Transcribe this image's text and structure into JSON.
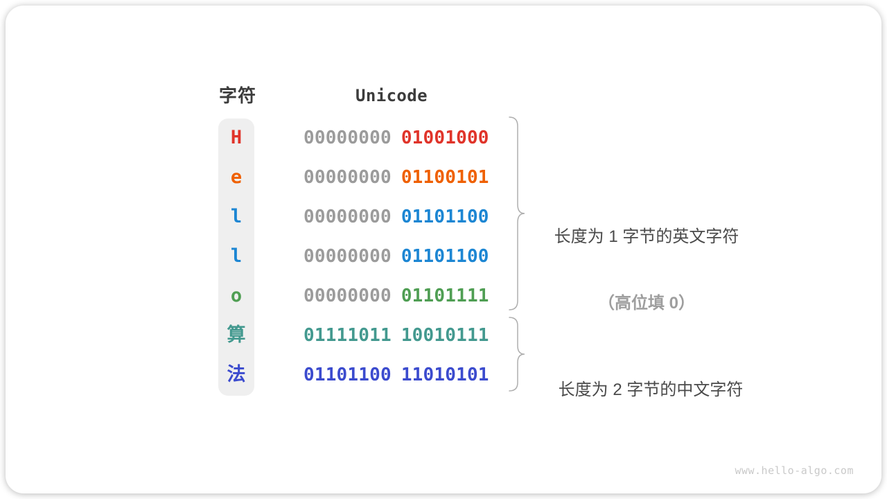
{
  "figure": {
    "headers": {
      "char": "字符",
      "unicode": "Unicode"
    },
    "rows": [
      {
        "char": "H",
        "char_color": "#e0342a",
        "byte1": "00000000",
        "byte1_color": "#9b9b9b",
        "byte2": "01001000",
        "byte2_color": "#e0342a"
      },
      {
        "char": "e",
        "char_color": "#ef6000",
        "byte1": "00000000",
        "byte1_color": "#9b9b9b",
        "byte2": "01100101",
        "byte2_color": "#ef6000"
      },
      {
        "char": "l",
        "char_color": "#1c86d3",
        "byte1": "00000000",
        "byte1_color": "#9b9b9b",
        "byte2": "01101100",
        "byte2_color": "#1c86d3"
      },
      {
        "char": "l",
        "char_color": "#1c86d3",
        "byte1": "00000000",
        "byte1_color": "#9b9b9b",
        "byte2": "01101100",
        "byte2_color": "#1c86d3"
      },
      {
        "char": "o",
        "char_color": "#4f9e53",
        "byte1": "00000000",
        "byte1_color": "#9b9b9b",
        "byte2": "01101111",
        "byte2_color": "#4f9e53"
      },
      {
        "char": "算",
        "char_color": "#43998f",
        "byte1": "01111011",
        "byte1_color": "#43998f",
        "byte2": "10010111",
        "byte2_color": "#43998f"
      },
      {
        "char": "法",
        "char_color": "#3b4bce",
        "byte1": "01101100",
        "byte1_color": "#3b4bce",
        "byte2": "11010101",
        "byte2_color": "#3b4bce"
      }
    ],
    "annotations": [
      {
        "line1": "长度为 1 字节的英文字符",
        "line2": "（高位填 0）"
      },
      {
        "line1": "长度为 2 字节的中文字符",
        "line2": ""
      }
    ],
    "colors": {
      "column_bg": "#efefef",
      "header_text": "#3c3c3c",
      "gray_byte": "#9b9b9b",
      "brace": "#aeaeae",
      "annotation_text": "#4a4a4a",
      "annotation_sub": "#9e9e9e"
    },
    "watermark": "www.hello-algo.com"
  }
}
